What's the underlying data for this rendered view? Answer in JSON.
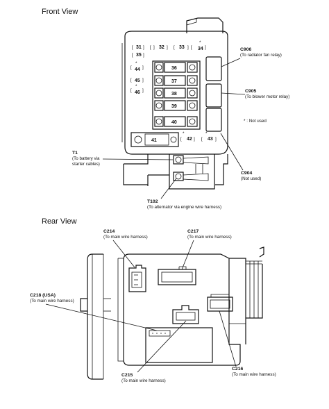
{
  "front": {
    "title": "Front View",
    "fuses": {
      "f31": "31",
      "f32": "32",
      "f33": "33",
      "f34": "34",
      "f35": "35",
      "f44": "44",
      "f45": "45",
      "f46": "46",
      "f36": "36",
      "f37": "37",
      "f38": "38",
      "f39": "39",
      "f40": "40",
      "f41": "41",
      "f42": "42",
      "f43": "43"
    },
    "asterisks": {
      "a34": "*",
      "a44": "*",
      "a46": "*",
      "a42": "*",
      "a43": "*"
    },
    "labels": {
      "c906_code": "C906",
      "c906_desc": "(To radiator fan relay)",
      "c905_code": "C905",
      "c905_desc": "(To blower motor relay)",
      "not_used_note": "* : Not used",
      "c904_code": "C904",
      "c904_desc": "(Not used)",
      "t1_code": "T1",
      "t1_desc1": "(To battery via",
      "t1_desc2": "starter cables)",
      "t102_code": "T102",
      "t102_desc": "(To alternator via engine wire harness)"
    }
  },
  "rear": {
    "title": "Rear View",
    "labels": {
      "c214_code": "C214",
      "c214_desc": "(To main wire harness)",
      "c217_code": "C217",
      "c217_desc": "(To main wire harness)",
      "c218_code": "C218 (USA)",
      "c218_desc": "(To main wire harness)",
      "c215_code": "C215",
      "c215_desc": "(To main wire harness)",
      "c216_code": "C216",
      "c216_desc": "(To main wire harness)"
    }
  }
}
